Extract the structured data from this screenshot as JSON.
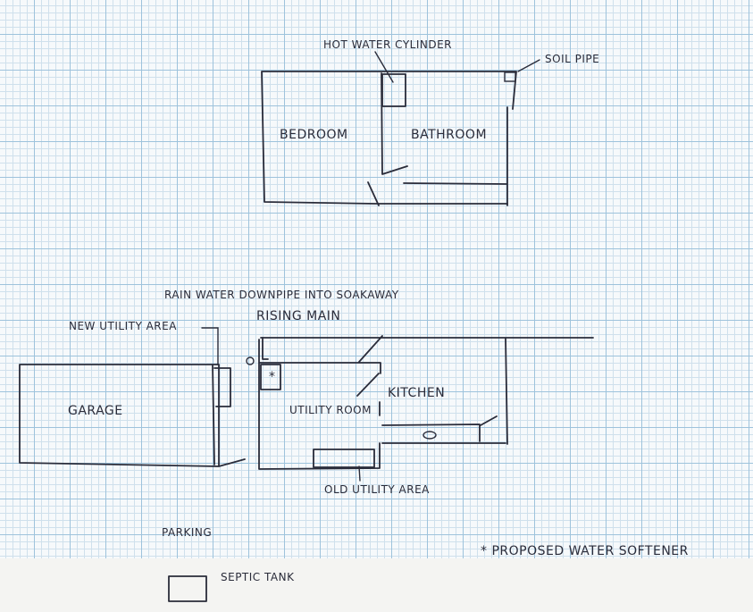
{
  "labels": {
    "hot_water_cylinder": "HOT WATER CYLINDER",
    "soil_pipe": "SOIL PIPE",
    "bedroom": "BEDROOM",
    "bathroom": "BATHROOM",
    "rainwater": "RAIN WATER DOWNPIPE INTO SOAKAWAY",
    "rising_main": "RISING MAIN",
    "new_utility": "NEW UTILITY AREA",
    "garage": "GARAGE",
    "utility_room": "UTILITY ROOM",
    "kitchen": "KITCHEN",
    "old_utility": "OLD UTILITY AREA",
    "parking": "PARKING",
    "water_softener": "* PROPOSED WATER SOFTENER",
    "septic_tank": "SEPTIC TANK",
    "softener_symbol": "*"
  },
  "colors": {
    "ink": "#2a2c3a",
    "grid_major": "#9ec3dc",
    "grid_minor": "#cfe0ec"
  }
}
